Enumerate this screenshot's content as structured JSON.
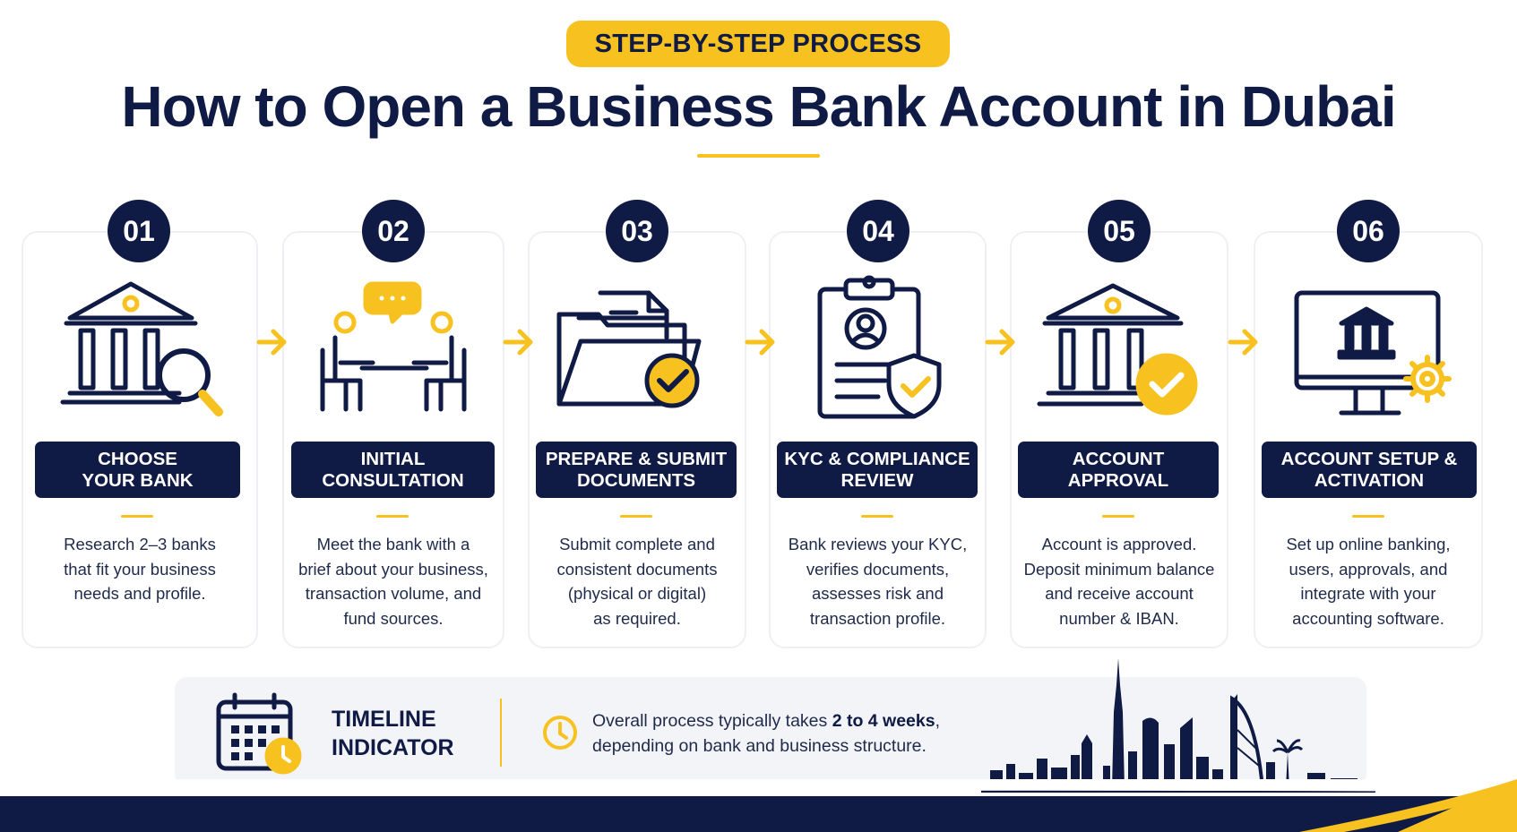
{
  "header": {
    "badge": "STEP-BY-STEP PROCESS",
    "title": "How to Open a Business Bank Account in Dubai"
  },
  "steps": [
    {
      "number": "01",
      "title_line1": "CHOOSE",
      "title_line2": "YOUR BANK",
      "icon": "bank-search-icon",
      "desc": [
        "Research 2–3 banks",
        "that fit your business",
        "needs and profile."
      ]
    },
    {
      "number": "02",
      "title_line1": "INITIAL",
      "title_line2": "CONSULTATION",
      "icon": "meeting-icon",
      "desc": [
        "Meet the bank with a",
        "brief about your business,",
        "transaction volume, and",
        "fund sources."
      ]
    },
    {
      "number": "03",
      "title_line1": "PREPARE & SUBMIT",
      "title_line2": "DOCUMENTS",
      "icon": "folder-check-icon",
      "desc": [
        "Submit complete and",
        "consistent documents",
        "(physical or digital)",
        "as required."
      ]
    },
    {
      "number": "04",
      "title_line1": "KYC & COMPLIANCE",
      "title_line2": "REVIEW",
      "icon": "clipboard-shield-icon",
      "desc": [
        "Bank reviews your KYC,",
        "verifies documents,",
        "assesses risk and",
        "transaction profile."
      ]
    },
    {
      "number": "05",
      "title_line1": "ACCOUNT",
      "title_line2": "APPROVAL",
      "icon": "bank-check-icon",
      "desc": [
        "Account is approved.",
        "Deposit minimum balance",
        "and receive account",
        "number & IBAN."
      ]
    },
    {
      "number": "06",
      "title_line1": "ACCOUNT SETUP &",
      "title_line2": "ACTIVATION",
      "icon": "monitor-gear-icon",
      "desc": [
        "Set up online banking,",
        "users, approvals, and",
        "integrate with your",
        "accounting software."
      ]
    }
  ],
  "timeline": {
    "title_line1": "TIMELINE",
    "title_line2": "INDICATOR",
    "text_before": "Overall process typically takes ",
    "text_bold": "2 to 4 weeks",
    "text_after": ",",
    "text_line2": "depending on bank and business structure."
  },
  "colors": {
    "navy": "#0f1a45",
    "accent": "#f7c21f",
    "card_border": "#eef0f4",
    "panel": "#f3f4f7"
  }
}
